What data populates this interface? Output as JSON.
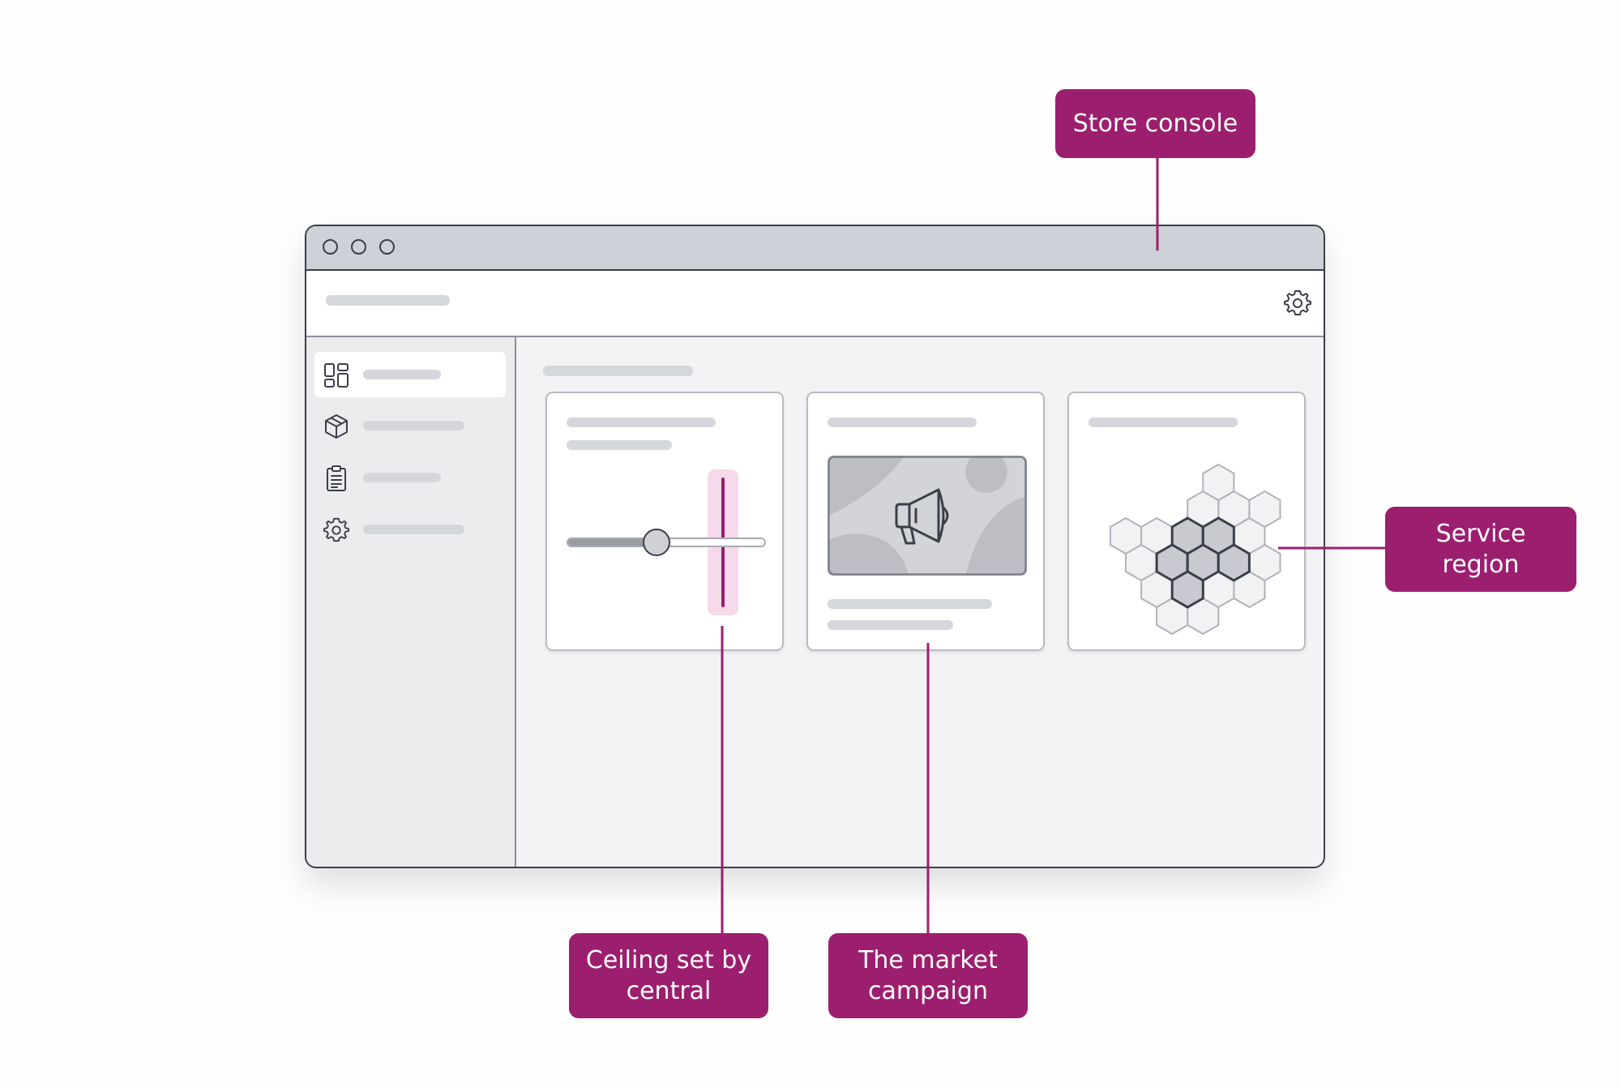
{
  "callouts": {
    "store_console": "Store console",
    "service_region": "Service\nregion",
    "ceiling": "Ceiling set by\ncentral",
    "campaign": "The market\ncampaign"
  },
  "window": {
    "title_icon": "gear-icon",
    "sidebar_icons": [
      "dashboard-icon",
      "box-icon",
      "clipboard-icon",
      "gear-icon"
    ],
    "cards": [
      "slider-card",
      "campaign-card",
      "region-card"
    ]
  },
  "slider": {
    "level": 0.45
  },
  "colors": {
    "accent": "#9c1e6f",
    "window_border": "#3b3f4a",
    "titlebar": "#cfd1d8"
  }
}
